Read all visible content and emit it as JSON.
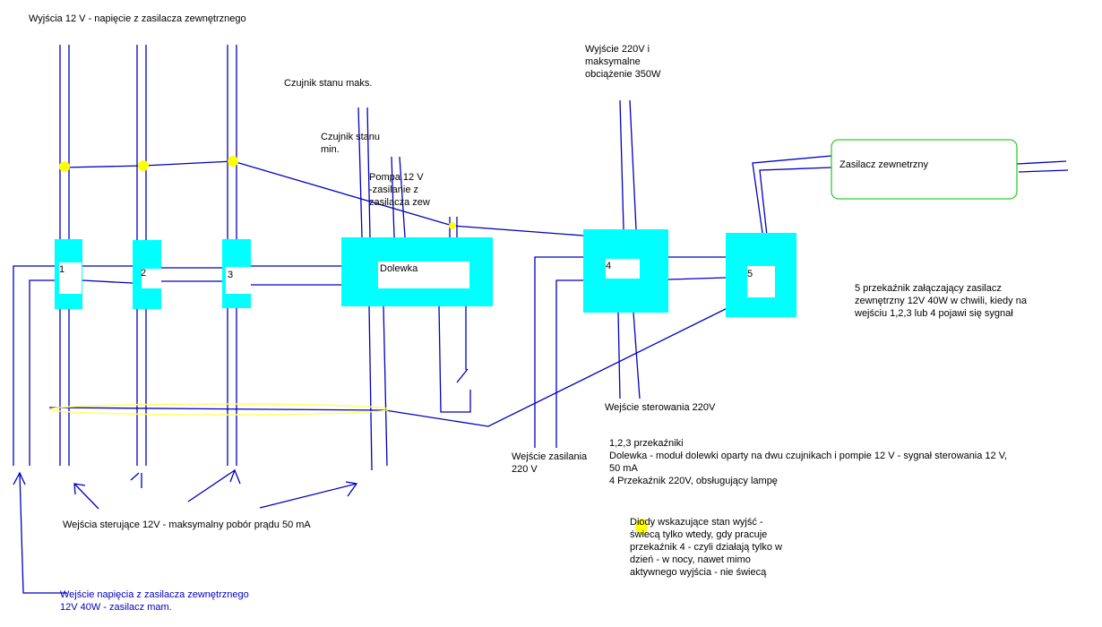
{
  "colors": {
    "wire": "#0000c0",
    "module": "#00ffff",
    "led": "#ffff00",
    "psu_border": "#33cc33",
    "note_blue": "#0000c0"
  },
  "labels": {
    "outputs_12v": "Wyjścia 12 V - napięcie z zasilacza zewnętrznego",
    "sensor_max": "Czujnik stanu maks.",
    "sensor_min": [
      "Czujnik stanu",
      "min."
    ],
    "pump": [
      "Pompa 12 V",
      "-zasilanie z",
      "zasilacza zew"
    ],
    "output_220": [
      "Wyjście 220V i",
      "maksymalne",
      "obciążenie 350W"
    ],
    "psu": "Zasilacz zewnetrzny",
    "relay5_desc": [
      "5 przekaźnik załączający zasilacz",
      "zewnętrzny 12V 40W w chwili, kiedy na",
      "wejściu 1,2,3 lub 4 pojawi się sygnał"
    ],
    "control_220": "Wejście sterowania 220V",
    "supply_220": [
      "Wejście zasilania",
      "220 V"
    ],
    "legend": [
      "1,2,3 przekaźniki",
      "Dolewka - moduł dolewki oparty na dwu czujnikach i pompie 12 V - sygnał sterowania 12 V,",
      "50 mA",
      "4 Przekaźnik 220V, obsługujący lampę"
    ],
    "leds": [
      "Diody wskazujące stan wyjść -",
      "świecą tylko wtedy, gdy pracuje",
      "przekaźnik 4 - czyli działają tylko w",
      "dzień - w nocy, nawet mimo",
      "aktywnego wyjścia - nie świecą"
    ],
    "control_inputs": "Wejścia sterujące 12V - maksymalny pobór prądu 50 mA",
    "psu_input": [
      "Wejście napięcia z zasilacza zewnętrznego",
      "12V 40W - zasilacz mam."
    ]
  },
  "modules": {
    "r1": "1",
    "r2": "2",
    "r3": "3",
    "dolewka": "Dolewka",
    "r4": "4",
    "r5": "5"
  }
}
